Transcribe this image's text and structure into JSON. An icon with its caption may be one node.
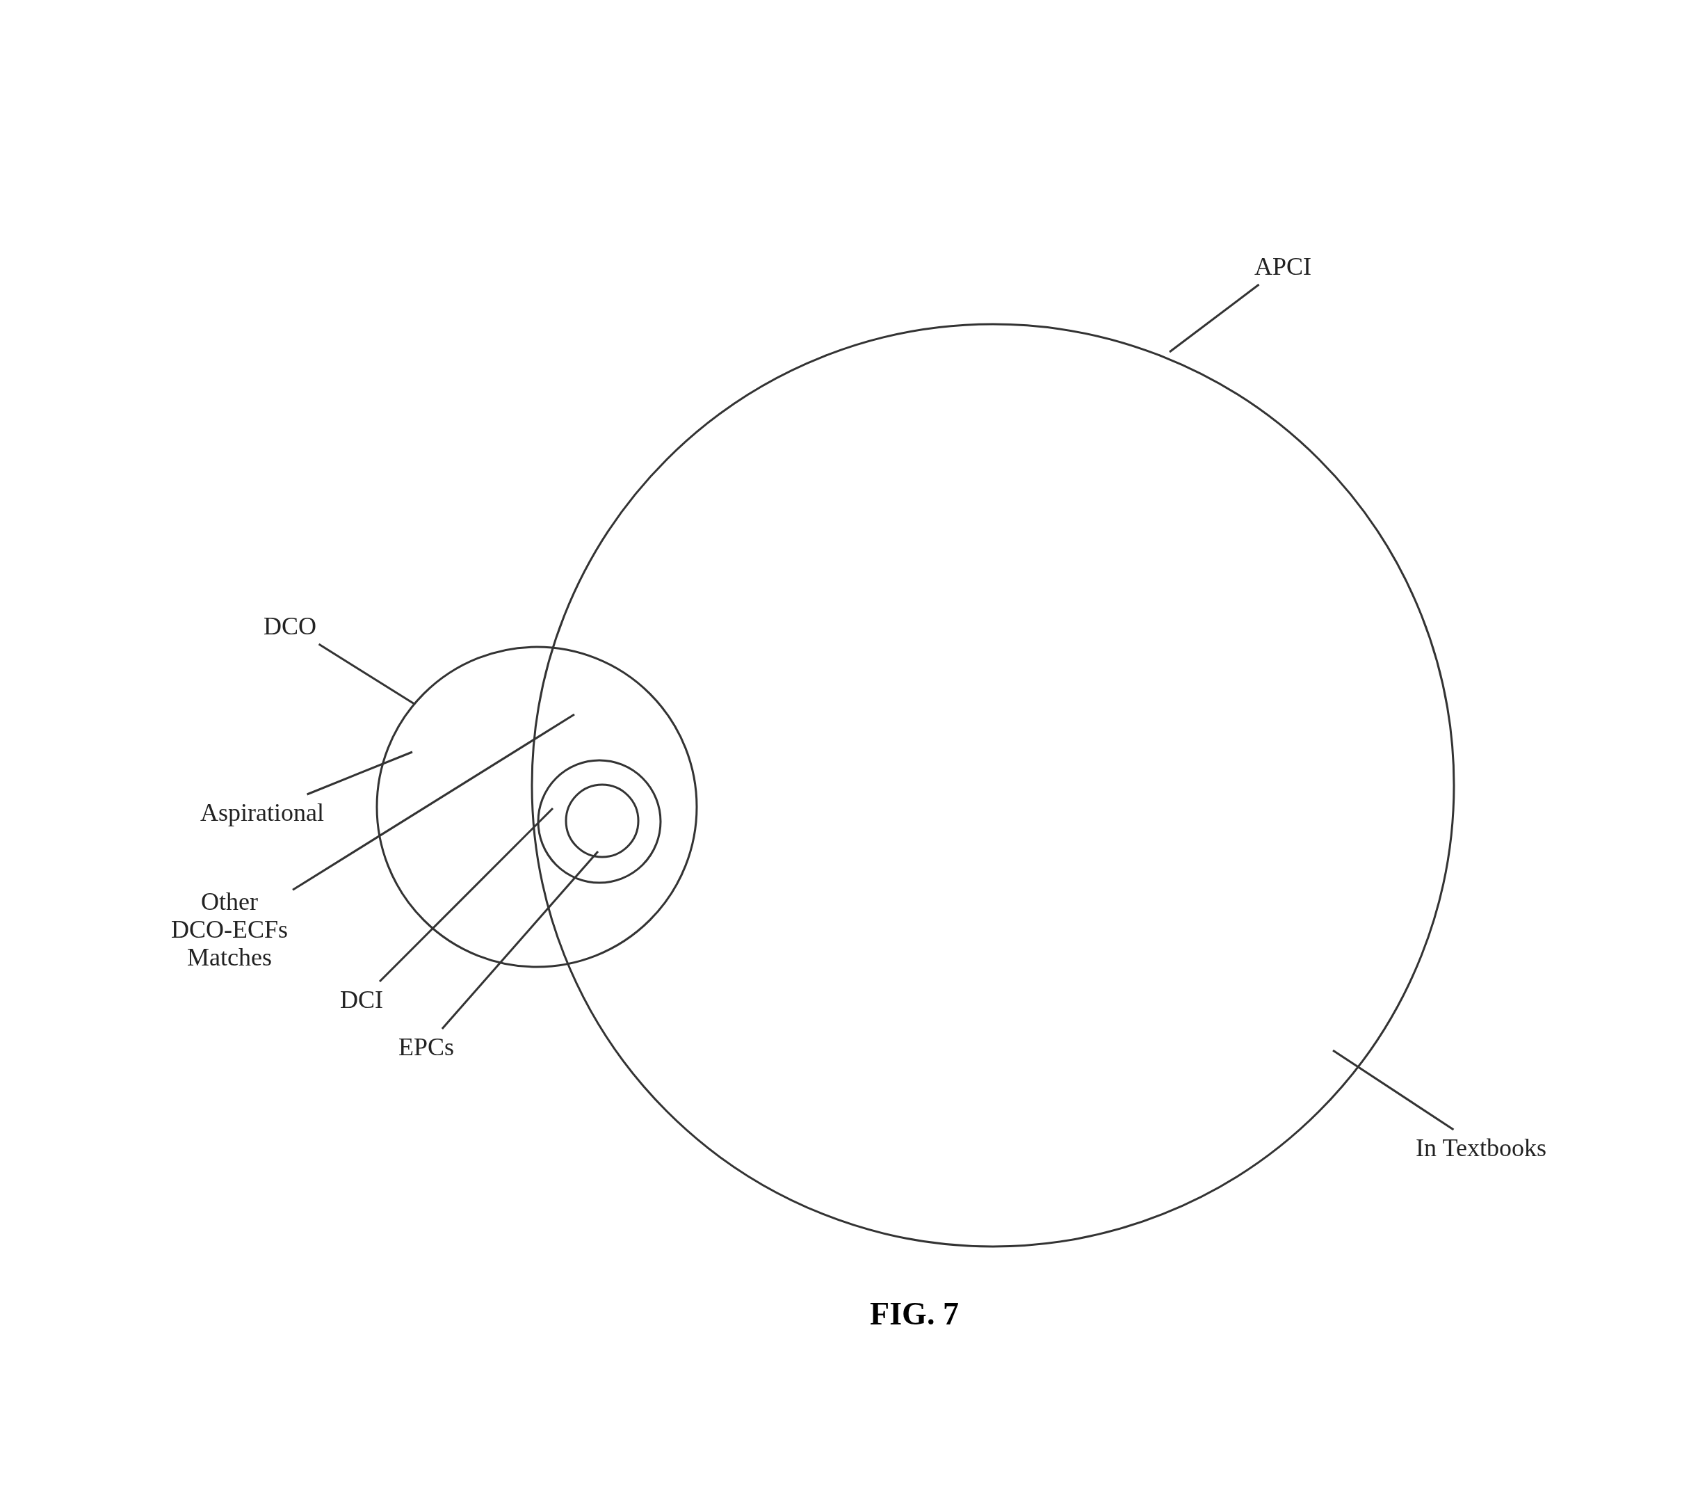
{
  "diagram": {
    "caption": "FIG. 7",
    "nodes": [
      {
        "text": [
          "APCI"
        ]
      },
      {
        "text": [
          "DCO"
        ]
      },
      {
        "text": [
          "Aspirational"
        ]
      },
      {
        "text": [
          "Other DCO-ECFs Matches"
        ]
      },
      {
        "text": [
          "DCI"
        ]
      },
      {
        "text": [
          "EPCs"
        ]
      },
      {
        "text": [
          "In Textbooks"
        ]
      },
      {
        "text": [],
        "shape": "circle"
      },
      {
        "text": [],
        "shape": "circle"
      },
      {
        "text": [],
        "shape": "circle"
      },
      {
        "text": [],
        "shape": "circle",
        "in": 9
      }
    ],
    "edges": [
      {
        "from": 0,
        "to": 7,
        "arrow": "none"
      },
      {
        "from": 1,
        "to": 8,
        "arrow": "none"
      },
      {
        "from": 2,
        "to": 8,
        "arrow": "none"
      },
      {
        "from": 3,
        "to": 7,
        "arrow": "none"
      },
      {
        "from": 4,
        "to": 9,
        "arrow": "none"
      },
      {
        "from": 5,
        "to": 10,
        "arrow": "none"
      },
      {
        "from": 6,
        "to": 7,
        "arrow": "none"
      }
    ]
  }
}
